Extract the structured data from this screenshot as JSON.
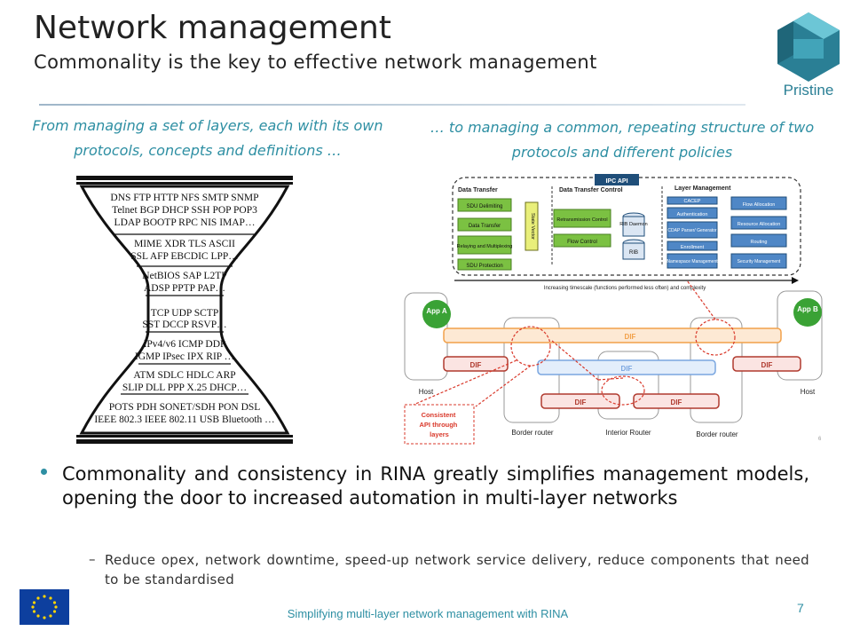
{
  "slide": {
    "title": "Network management",
    "subtitle": "Commonality is the key to effective network management",
    "logo_text": "Pristine",
    "left_caption": "From managing a set of layers, each with its own protocols, concepts and definitions …",
    "right_caption": "… to managing a common, repeating structure of two protocols and different policies",
    "bullet": "Commonality and consistency in RINA greatly simplifies management models, opening the door to increased automation in multi-layer networks",
    "sub_dash": "–",
    "sub_bullet": "Reduce opex, network downtime, speed-up network service delivery, reduce components that need to be standardised",
    "footer": "Simplifying multi-layer network management with RINA",
    "page_number": "7"
  },
  "hourglass": {
    "rows": [
      "DNS  FTP  HTTP  NFS  SMTP SNMP",
      "Telnet BGP DHCP SSH POP POP3",
      "LDAP BOOTP RPC NIS IMAP…",
      "MIME XDR TLS ASCII",
      "SSL AFP EBCDIC LPP…",
      "NetBIOS SAP L2TP",
      "ADSP PPTP PAP…",
      "TCP UDP SCTP",
      "SST DCCP RSVP…",
      "IPv4/v6 ICMP DDP",
      "IGMP IPsec IPX RIP …",
      "ATM SDLC HDLC ARP",
      "SLIP DLL PPP X.25 DHCP…",
      "POTS PDH SONET/SDH PON DSL",
      "IEEE 802.3 IEEE 802.11 USB Bluetooth …"
    ]
  },
  "rina": {
    "ipc_api": "IPC API",
    "data_transfer": "Data Transfer",
    "data_transfer_control": "Data Transfer Control",
    "layer_management": "Layer Management",
    "sdu_delimiting": "SDU Delimiting",
    "dt_box": "Data Transfer",
    "relaying": "Relaying and Multiplexing",
    "sdu_protection": "SDU Protection",
    "state_vector": "State Vector",
    "retransmission": "Retransmission Control",
    "flow_control": "Flow Control",
    "rib_daemon": "RIB Daemon",
    "rib": "RIB",
    "cacep": "CACEP",
    "authentication": "Authentication",
    "cdap": "CDAP Parser/ Generator",
    "enrollment": "Enrollment",
    "namespace": "Namespace Management",
    "flow_allocation": "Flow Allocation",
    "resource_allocation": "Resource Allocation",
    "routing": "Routing",
    "security": "Security Management",
    "timescale": "Increasing timescale (functions performed less often) and complexity",
    "app_a": "App A",
    "app_b": "App B",
    "dif": "DIF",
    "host_left": "Host",
    "host_right": "Host",
    "border_router_left": "Border router",
    "interior_router": "Interior Router",
    "border_router_right": "Border router",
    "consistent_api": "Consistent API through layers",
    "small_num": "6"
  },
  "colors": {
    "accent": "#2e8fa3",
    "green": "#7bc142",
    "orange": "#f2a14a",
    "red": "#b03a2e",
    "blue": "#7aa6e0",
    "navy": "#1f4e79"
  }
}
